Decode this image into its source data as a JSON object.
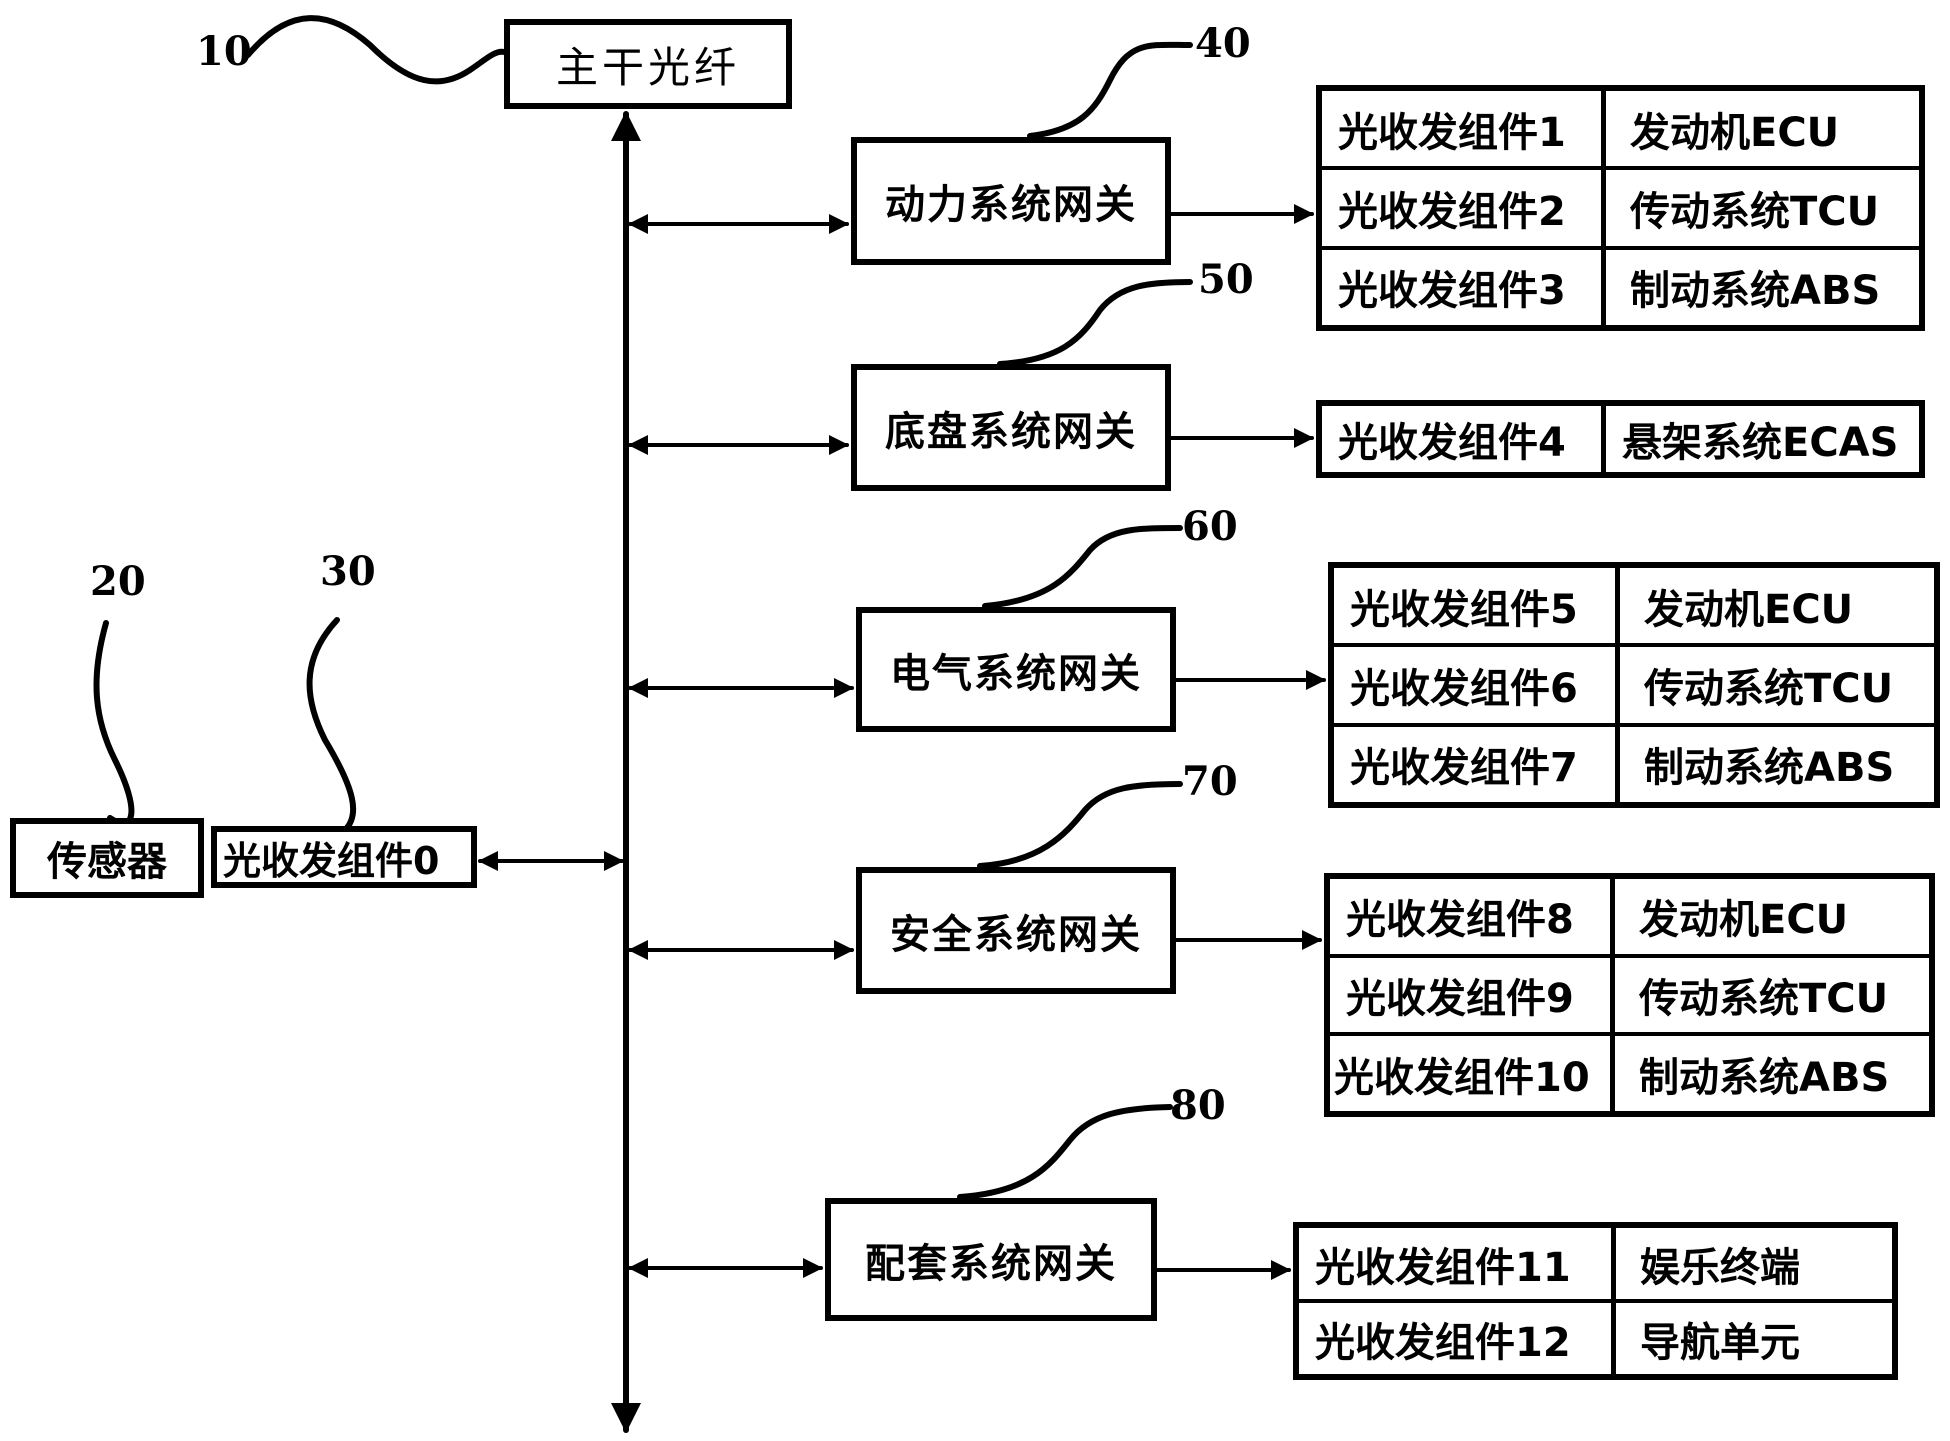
{
  "trunk": {
    "label": "主干光纤",
    "ref": "10"
  },
  "sensor": {
    "label": "传感器",
    "ref": "20"
  },
  "transceiver0": {
    "label": "光收发组件0",
    "ref": "30"
  },
  "gateways": [
    {
      "ref": "40",
      "label": "动力系统网关",
      "rows": [
        {
          "transceiver": "光收发组件1",
          "device": "发动机ECU"
        },
        {
          "transceiver": "光收发组件2",
          "device": "传动系统TCU"
        },
        {
          "transceiver": "光收发组件3",
          "device": "制动系统ABS"
        }
      ]
    },
    {
      "ref": "50",
      "label": "底盘系统网关",
      "rows": [
        {
          "transceiver": "光收发组件4",
          "device": "悬架系统ECAS"
        }
      ]
    },
    {
      "ref": "60",
      "label": "电气系统网关",
      "rows": [
        {
          "transceiver": "光收发组件5",
          "device": "发动机ECU"
        },
        {
          "transceiver": "光收发组件6",
          "device": "传动系统TCU"
        },
        {
          "transceiver": "光收发组件7",
          "device": "制动系统ABS"
        }
      ]
    },
    {
      "ref": "70",
      "label": "安全系统网关",
      "rows": [
        {
          "transceiver": "光收发组件8",
          "device": "发动机ECU"
        },
        {
          "transceiver": "光收发组件9",
          "device": "传动系统TCU"
        },
        {
          "transceiver": "光收发组件10",
          "device": "制动系统ABS"
        }
      ]
    },
    {
      "ref": "80",
      "label": "配套系统网关",
      "rows": [
        {
          "transceiver": "光收发组件11",
          "device": "娱乐终端"
        },
        {
          "transceiver": "光收发组件12",
          "device": "导航单元"
        }
      ]
    }
  ]
}
